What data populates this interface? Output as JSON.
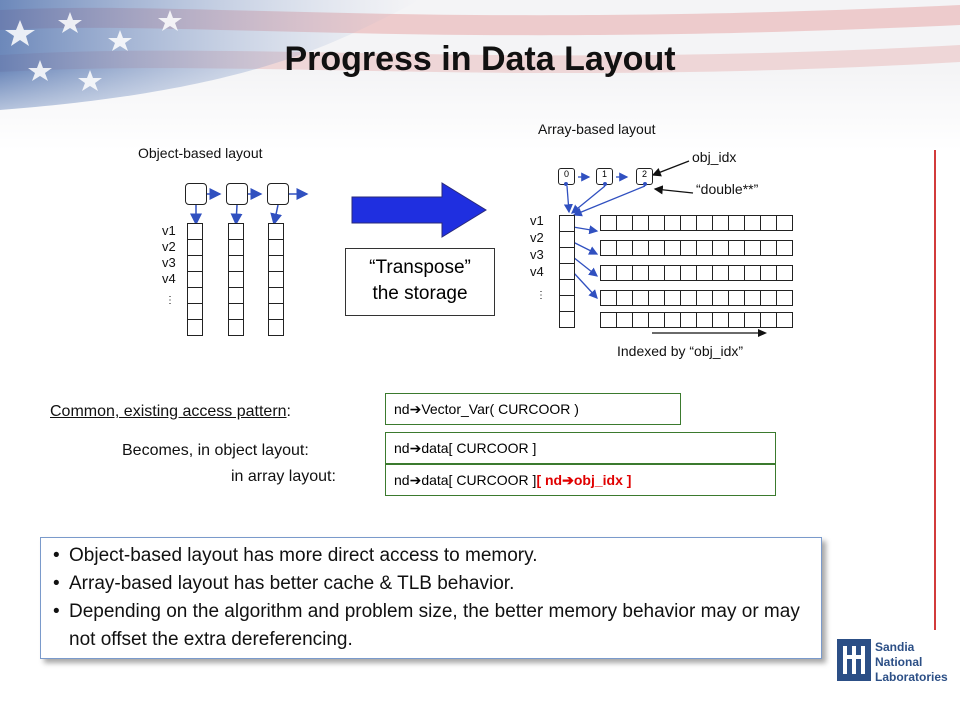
{
  "title": "Progress in Data Layout",
  "object_layout": {
    "label": "Object-based layout",
    "row_labels": [
      "v1",
      "v2",
      "v3",
      "v4"
    ],
    "ellipsis": "⋮"
  },
  "array_layout": {
    "label": "Array-based layout",
    "obj_idx_label": "obj_idx",
    "double_label": "“double**”",
    "node_numbers": [
      "0",
      "1",
      "2"
    ],
    "row_labels": [
      "v1",
      "v2",
      "v3",
      "v4"
    ],
    "ellipsis": "⋮",
    "indexed_label": "Indexed by “obj_idx”"
  },
  "transpose": {
    "line1": "“Transpose”",
    "line2": "the storage"
  },
  "access": {
    "common_label": "Common, existing access pattern",
    "colon": ":",
    "object_label": "Becomes, in object layout:",
    "array_label": "in array layout:",
    "code_common_a": "nd",
    "code_common_b": "Vector_Var( CURCOOR )",
    "code_object_a": "nd",
    "code_object_b": "data[ CURCOOR ]",
    "code_array_a": "nd",
    "code_array_b": "data[ CURCOOR ]",
    "code_array_red_open": "[ nd",
    "code_array_red_b": "obj_idx ]",
    "arrow_glyph": "➔"
  },
  "bullets": [
    "Object-based layout has more direct access to memory.",
    "Array-based layout has better cache & TLB behavior.",
    "Depending on the algorithm and problem size, the better memory behavior may or may not offset the extra dereferencing."
  ],
  "logo": {
    "line1": "Sandia",
    "line2": "National",
    "line3": "Laboratories"
  }
}
